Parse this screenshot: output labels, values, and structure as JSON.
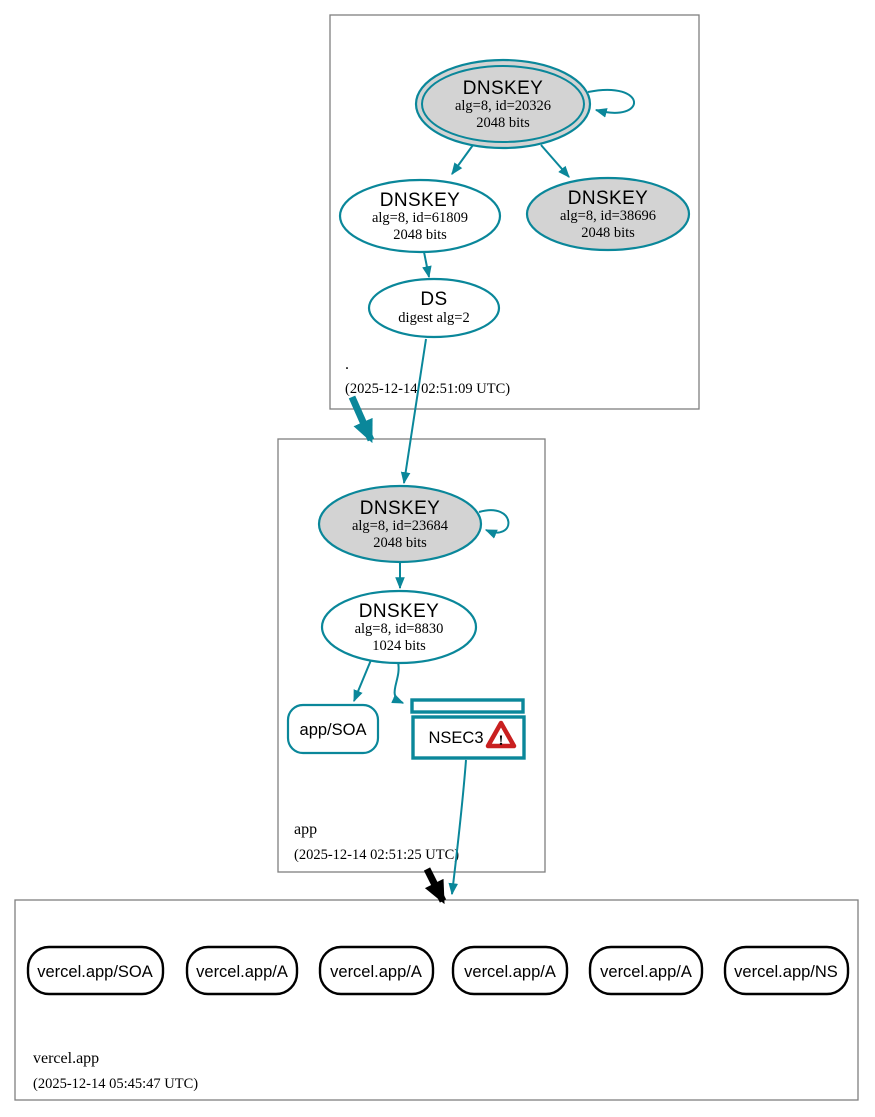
{
  "colors": {
    "secure_teal": "#0a879a",
    "insecure_black": "#000000",
    "error_red": "#c92020",
    "key_fill_gray": "#d3d3d3",
    "zone_border_gray": "#7f7f7f"
  },
  "zones": {
    "root": {
      "label": ".",
      "timestamp": "(2025-12-14 02:51:09 UTC)",
      "ksk": {
        "title": "DNSKEY",
        "alg": "alg=8, id=20326",
        "bits": "2048 bits"
      },
      "zsk": {
        "title": "DNSKEY",
        "alg": "alg=8, id=61809",
        "bits": "2048 bits"
      },
      "ksk2": {
        "title": "DNSKEY",
        "alg": "alg=8, id=38696",
        "bits": "2048 bits"
      },
      "ds": {
        "title": "DS",
        "digest": "digest alg=2"
      }
    },
    "app": {
      "label": "app",
      "timestamp": "(2025-12-14 02:51:25 UTC)",
      "ksk": {
        "title": "DNSKEY",
        "alg": "alg=8, id=23684",
        "bits": "2048 bits"
      },
      "zsk": {
        "title": "DNSKEY",
        "alg": "alg=8, id=8830",
        "bits": "1024 bits"
      },
      "soa": {
        "label": "app/SOA"
      },
      "nsec3": {
        "label": "NSEC3",
        "warning_glyph": "!"
      }
    },
    "vercel": {
      "label": "vercel.app",
      "timestamp": "(2025-12-14 05:45:47 UTC)",
      "rrsets": [
        "vercel.app/SOA",
        "vercel.app/A",
        "vercel.app/A",
        "vercel.app/A",
        "vercel.app/A",
        "vercel.app/NS"
      ]
    }
  }
}
